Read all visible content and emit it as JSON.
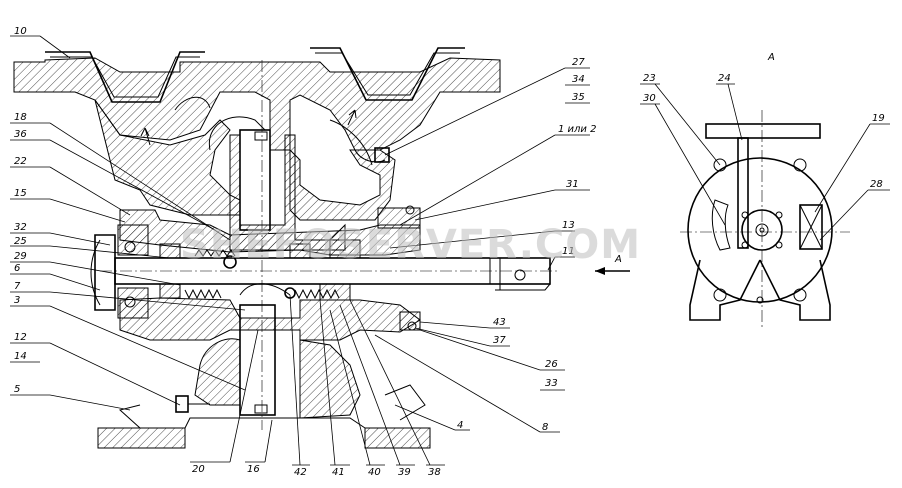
{
  "view_label": "A",
  "arrow_label": "A",
  "watermark": "SHEFOSERVER.COM",
  "labels_left": [
    {
      "id": "10",
      "text": "10"
    },
    {
      "id": "18",
      "text": "18"
    },
    {
      "id": "36",
      "text": "36"
    },
    {
      "id": "22",
      "text": "22"
    },
    {
      "id": "15",
      "text": "15"
    },
    {
      "id": "32",
      "text": "32"
    },
    {
      "id": "25",
      "text": "25"
    },
    {
      "id": "29",
      "text": "29"
    },
    {
      "id": "6",
      "text": "6"
    },
    {
      "id": "7",
      "text": "7"
    },
    {
      "id": "3",
      "text": "3"
    },
    {
      "id": "12",
      "text": "12"
    },
    {
      "id": "14",
      "text": "14"
    },
    {
      "id": "5",
      "text": "5"
    }
  ],
  "labels_bottom": [
    {
      "id": "20",
      "text": "20"
    },
    {
      "id": "16",
      "text": "16"
    },
    {
      "id": "42",
      "text": "42"
    },
    {
      "id": "41",
      "text": "41"
    },
    {
      "id": "40",
      "text": "40"
    },
    {
      "id": "39",
      "text": "39"
    },
    {
      "id": "38",
      "text": "38"
    },
    {
      "id": "4",
      "text": "4"
    },
    {
      "id": "8",
      "text": "8"
    }
  ],
  "labels_right": [
    {
      "id": "27",
      "text": "27"
    },
    {
      "id": "34",
      "text": "34"
    },
    {
      "id": "35",
      "text": "35"
    },
    {
      "id": "1or2",
      "text": "1 или 2"
    },
    {
      "id": "31",
      "text": "31"
    },
    {
      "id": "13",
      "text": "13"
    },
    {
      "id": "11",
      "text": "11"
    },
    {
      "id": "43",
      "text": "43"
    },
    {
      "id": "37",
      "text": "37"
    },
    {
      "id": "26",
      "text": "26"
    },
    {
      "id": "33",
      "text": "33"
    }
  ],
  "labels_view_a": [
    {
      "id": "23",
      "text": "23"
    },
    {
      "id": "30",
      "text": "30"
    },
    {
      "id": "24",
      "text": "24"
    },
    {
      "id": "19",
      "text": "19"
    },
    {
      "id": "28",
      "text": "28"
    }
  ]
}
